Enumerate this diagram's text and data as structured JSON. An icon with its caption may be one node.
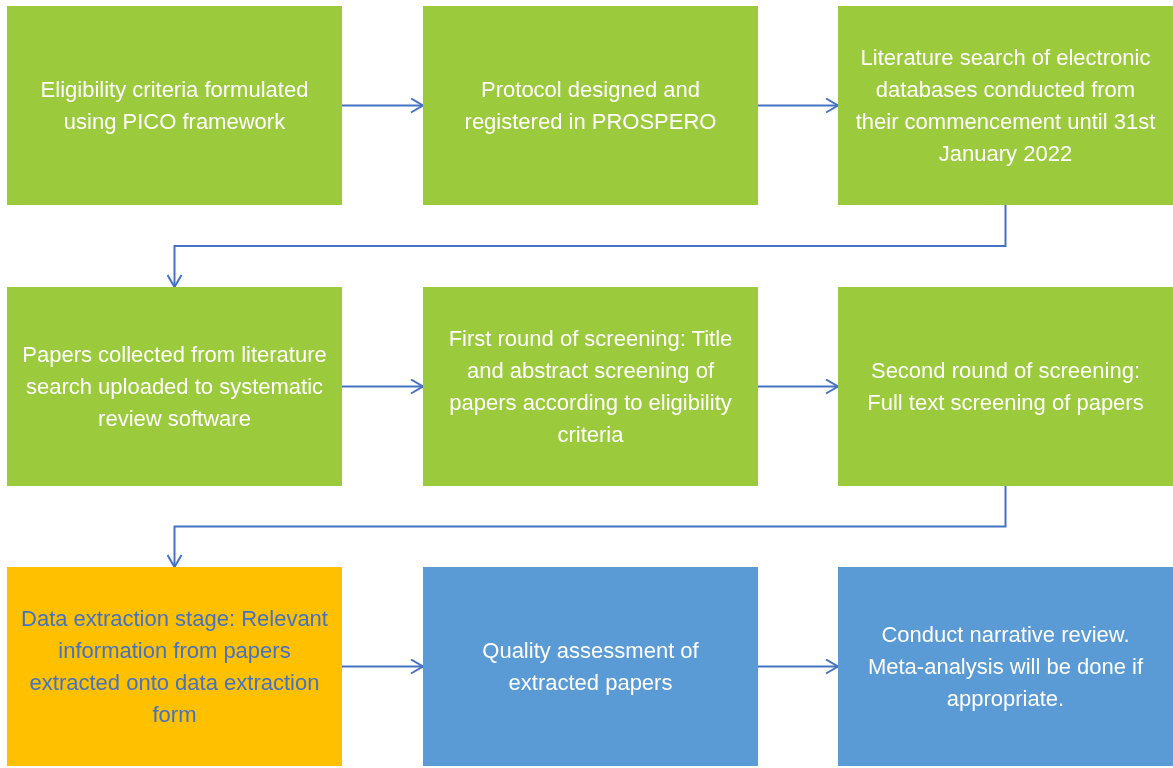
{
  "diagram": {
    "nodes": [
      {
        "text": [
          "Eligibility criteria formulated using PICO framework"
        ]
      },
      {
        "text": [
          "Protocol designed and registered in PROSPERO"
        ]
      },
      {
        "text": [
          "Literature search of electronic databases conducted from their commencement until 31st January 2022"
        ]
      },
      {
        "text": [
          "Papers collected from literature search uploaded to systematic review software"
        ]
      },
      {
        "text": [
          "First round of screening: Title and abstract screening of papers according to eligibility criteria"
        ]
      },
      {
        "text": [
          "Second round of screening: Full text screening of papers"
        ]
      },
      {
        "text": [
          "Data extraction stage: Relevant information from papers extracted onto data extraction form"
        ]
      },
      {
        "text": [
          "Quality assessment of extracted papers"
        ]
      },
      {
        "text": [
          "Conduct narrative review. Meta-analysis will be done if appropriate."
        ]
      }
    ],
    "edges": [
      {
        "from": 0,
        "to": 1,
        "arrow": "to"
      },
      {
        "from": 1,
        "to": 2,
        "arrow": "to"
      },
      {
        "from": 2,
        "to": 3,
        "arrow": "to"
      },
      {
        "from": 3,
        "to": 4,
        "arrow": "to"
      },
      {
        "from": 4,
        "to": 5,
        "arrow": "to"
      },
      {
        "from": 5,
        "to": 6,
        "arrow": "to"
      },
      {
        "from": 6,
        "to": 7,
        "arrow": "to"
      },
      {
        "from": 7,
        "to": 8,
        "arrow": "to"
      }
    ]
  }
}
